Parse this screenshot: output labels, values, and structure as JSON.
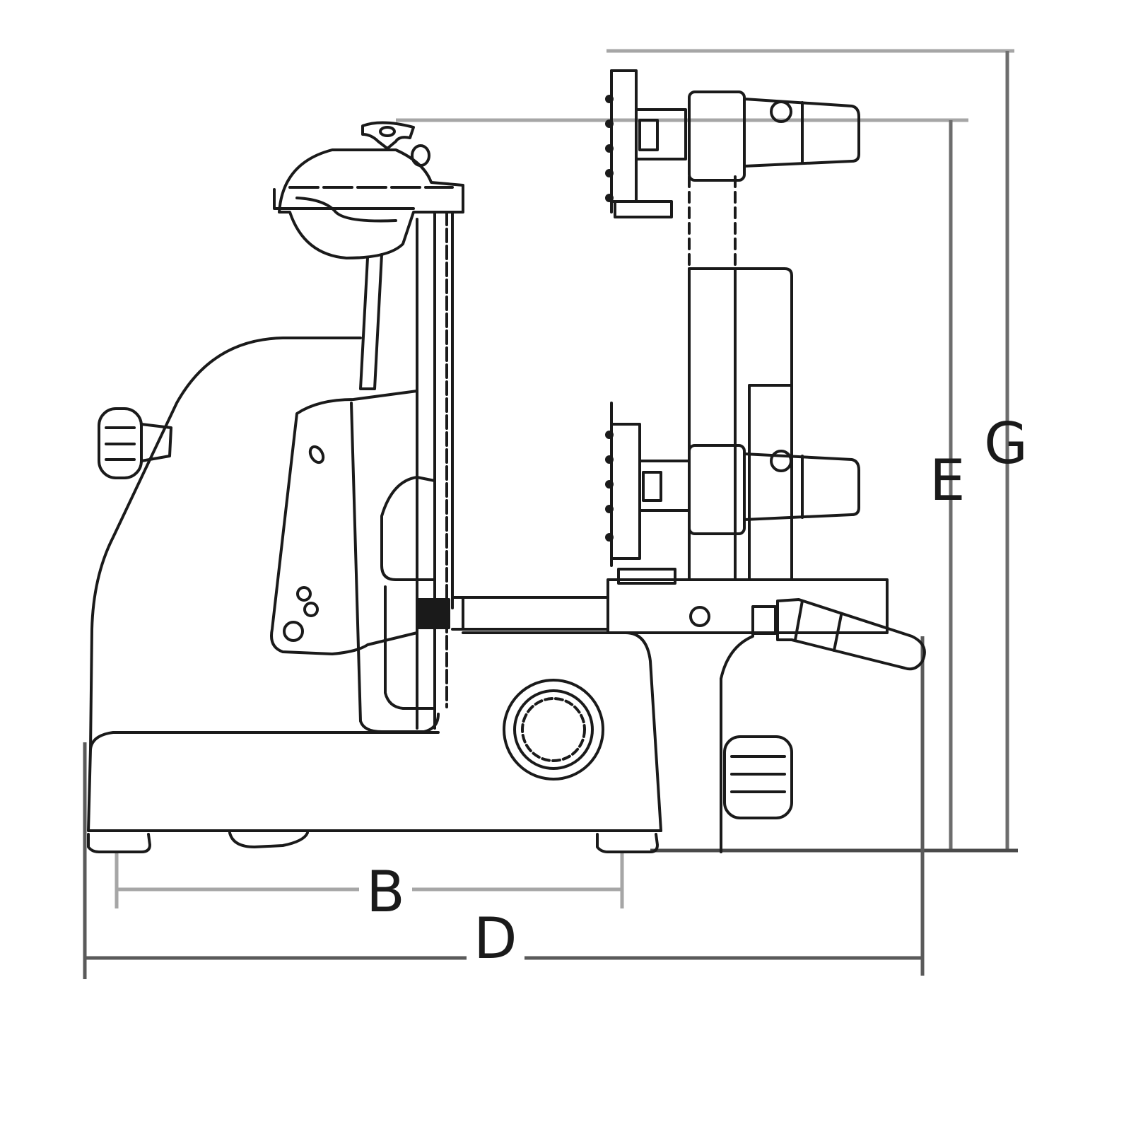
{
  "dimensions": {
    "b": "B",
    "d": "D",
    "e": "E",
    "g": "G"
  },
  "colors": {
    "outline": "#1a1a1a",
    "dimension_line": "#a6a6a6",
    "background": "#ffffff"
  }
}
